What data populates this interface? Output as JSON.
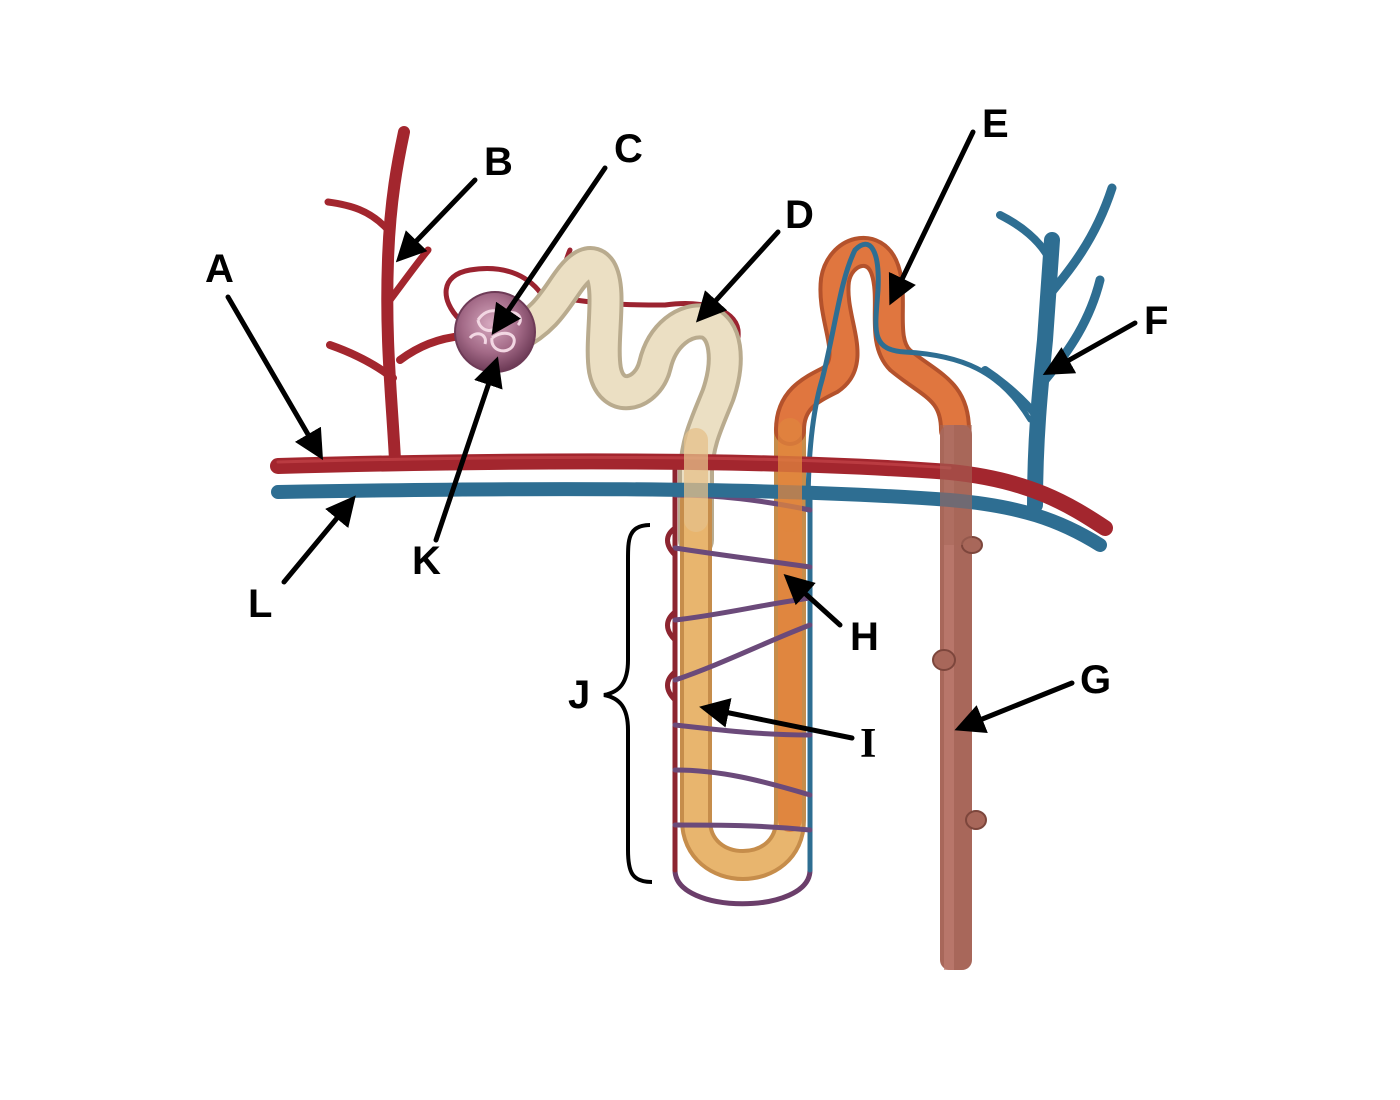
{
  "labels": {
    "a": "A",
    "b": "B",
    "c": "C",
    "d": "D",
    "e": "E",
    "f": "F",
    "g": "G",
    "h": "H",
    "i": "I",
    "j": "J",
    "k": "K",
    "l": "L"
  },
  "colors": {
    "artery": "#a3262e",
    "vein": "#2e6e92",
    "proximal_tubule": "#e6d8b8",
    "loop_descending": "#e3ac66",
    "loop_ascending": "#e07a3c",
    "collecting_duct": "#a8675a",
    "glomerulus": "#a36a87",
    "vasa_recta": "#6b3e6a"
  }
}
